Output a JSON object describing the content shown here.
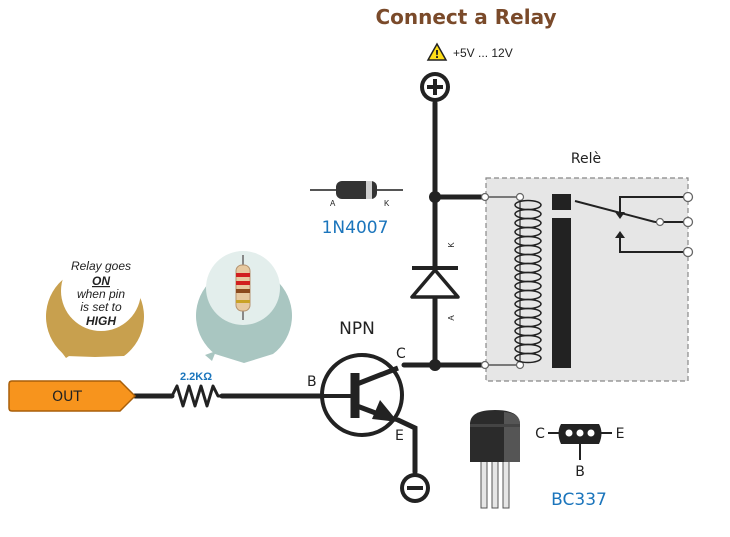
{
  "title": "Connect a Relay",
  "supply": {
    "label": "+5V ... 12V"
  },
  "diode": {
    "name": "1N4007",
    "pin_a": "A",
    "pin_k": "K",
    "bar_k": "K",
    "bar_a": "A"
  },
  "relay": {
    "label": "Relè"
  },
  "transistor": {
    "type": "NPN",
    "pin_b": "B",
    "pin_c": "C",
    "pin_e": "E"
  },
  "resistor": {
    "value": "2.2KΩ"
  },
  "out": {
    "label": "OUT"
  },
  "bubble": {
    "line1": "Relay goes",
    "line2": "ON",
    "line3": "when pin",
    "line4": "is set to",
    "line5": "HIGH"
  },
  "pinout": {
    "c": "C",
    "e": "E",
    "b": "B",
    "part": "BC337"
  },
  "colors": {
    "title": "#7a4a2a",
    "blue": "#1b75bc",
    "orange": "#f7941d",
    "gold": "#c8a04e",
    "teal": "#a9c6c1"
  }
}
